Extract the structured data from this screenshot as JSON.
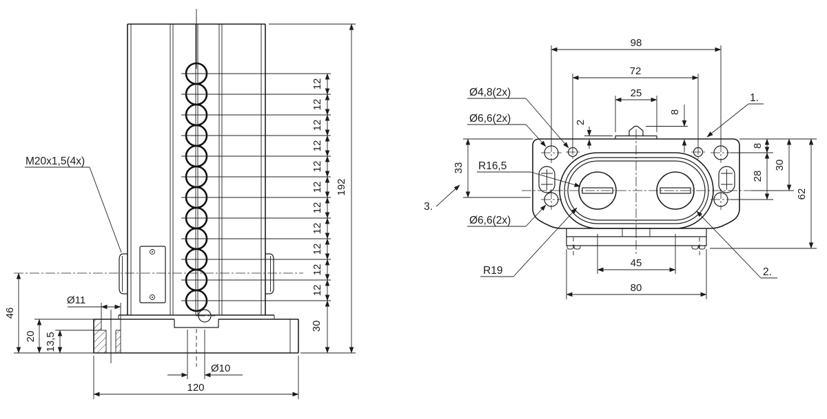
{
  "drawing": {
    "type": "technical-drawing",
    "line_color": "#1c1c1c",
    "background": "#ffffff",
    "front_view": {
      "thread_label": "M20x1,5(4x)",
      "dims": {
        "pitch": "12",
        "pitch_count": 11,
        "total_height": "192",
        "bottom_offset": "30",
        "center_height": "46",
        "base_thickness": "20",
        "counterbore_depth": "13,5",
        "counterbore_dia": "Ø11",
        "center_hole_dia": "Ø10",
        "base_width": "120"
      }
    },
    "top_view": {
      "labels": {
        "small_hole": "Ø4,8(2x)",
        "top_hole": "Ø6,6(2x)",
        "bottom_hole": "Ø6,6(2x)",
        "inner_radius": "R16,5",
        "outer_radius": "R19",
        "ref_1": "1.",
        "ref_2": "2.",
        "ref_3": "3."
      },
      "dims": {
        "hole_span": "98",
        "small_hole_span": "72",
        "knob_width": "25",
        "step_height": "2",
        "knob_height": "8",
        "edge_to_hole": "8",
        "hole_pitch": "28",
        "edge_to_center": "30",
        "overall_height": "62",
        "left_span": "33",
        "bore_span": "45",
        "tab_width": "80"
      }
    }
  }
}
